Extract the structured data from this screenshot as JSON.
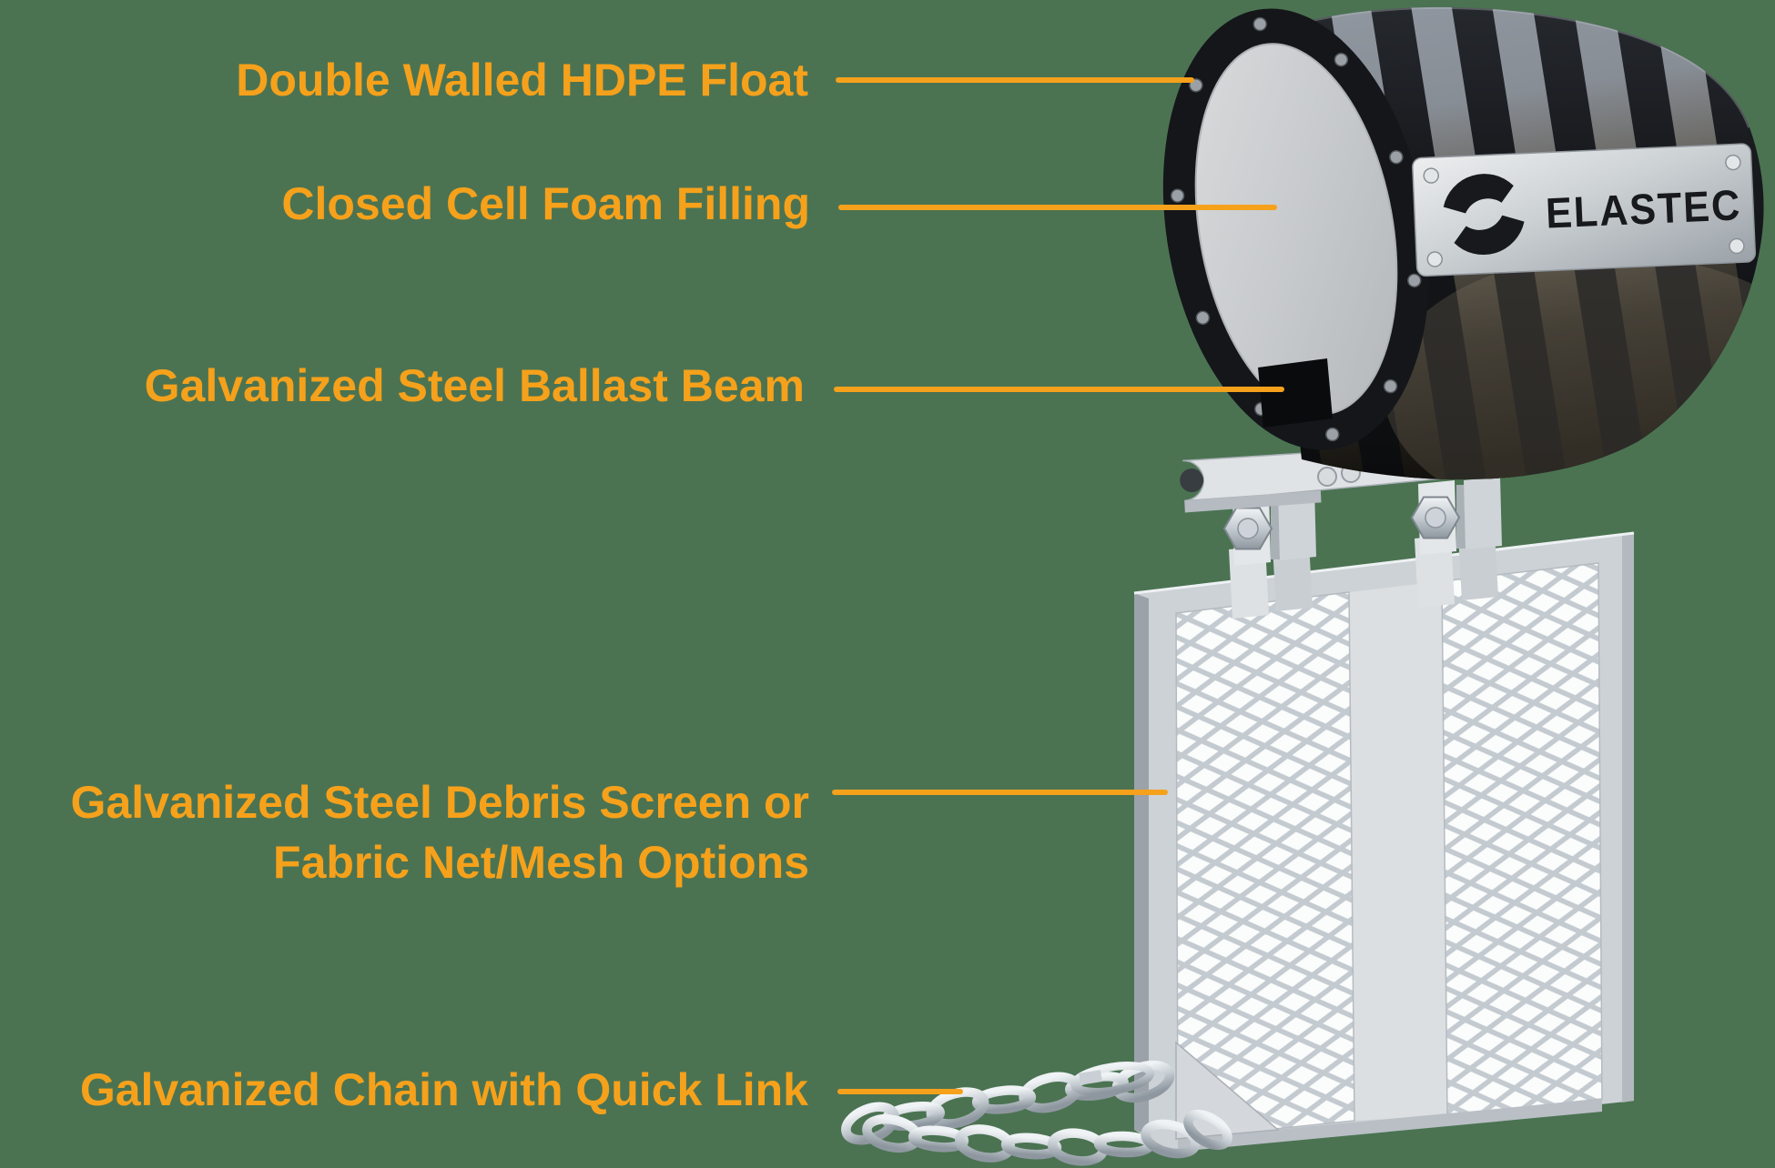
{
  "colors": {
    "background": "#4B7352",
    "accent_orange": "#F6A11B",
    "float_black": "#141619",
    "galvanized_steel": "#DDE1E4",
    "plate_silver": "#CFD3D6"
  },
  "brand": {
    "plate_text": "ELASTEC"
  },
  "labels": {
    "float": {
      "text": "Double Walled HDPE Float"
    },
    "foam": {
      "text": "Closed Cell Foam Filling"
    },
    "ballast": {
      "text": "Galvanized Steel Ballast Beam"
    },
    "screen": {
      "line1": "Galvanized Steel Debris Screen or",
      "line2": "Fabric Net/Mesh Options"
    },
    "chain": {
      "text": "Galvanized Chain with Quick Link"
    }
  }
}
